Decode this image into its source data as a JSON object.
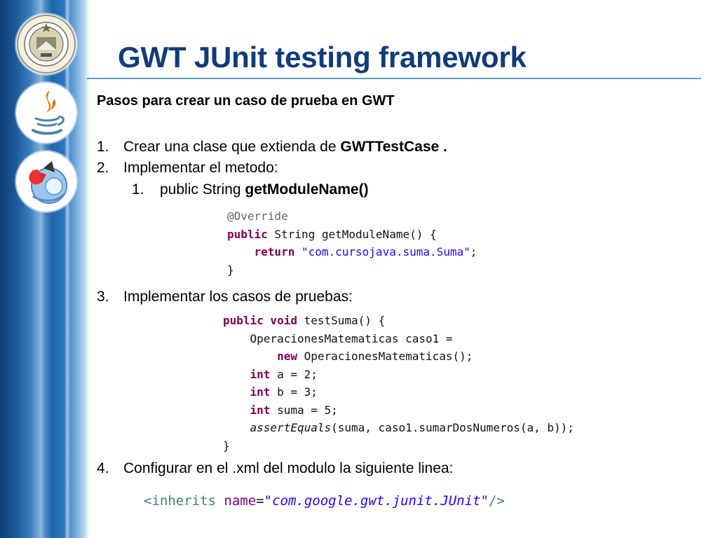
{
  "title": "GWT JUnit testing framework",
  "subtitle": "Pasos para crear un caso de prueba en GWT",
  "steps": [
    {
      "number": "1.",
      "text": "Crear una clase que extienda de ",
      "strong": "GWTTestCase ."
    },
    {
      "number": "2.",
      "text": "Implementar el metodo:",
      "sub": {
        "number": "1.",
        "text": "public String ",
        "strong": "getModuleName()"
      }
    },
    {
      "number": "3.",
      "text": "Implementar los casos de pruebas:"
    },
    {
      "number": "4.",
      "text": "Configurar en el .xml del modulo la siguiente linea:"
    }
  ],
  "code_getModuleName": {
    "annotation": "@Override",
    "line1_kw": "public",
    "line1_rest": " String getModuleName() {",
    "line2_kw": "return",
    "line2_str": "\"com.cursojava.suma.Suma\"",
    "line2_end": ";",
    "close": "}"
  },
  "code_testSuma": {
    "l1_kw": "public void",
    "l1_rest": " testSuma() {",
    "l2": "OperacionesMatematicas caso1 =",
    "l3_kw": "new",
    "l3_rest": " OperacionesMatematicas();",
    "l4_kw": "int",
    "l4_rest": " a = 2;",
    "l5_kw": "int",
    "l5_rest": " b = 3;",
    "l6_kw": "int",
    "l6_rest": " suma = 5;",
    "l7_it": "assertEquals",
    "l7_rest": "(suma, caso1.sumarDosNumeros(a, b));",
    "close": "}"
  },
  "code_xml": {
    "open": "<inherits",
    "attr": "name",
    "eq": "=",
    "value": "\"com.google.gwt.junit.JUnit\"",
    "close": "/>"
  },
  "colors": {
    "title": "#123c78",
    "keyword": "#7f0055",
    "string": "#2a00ff",
    "accent": "#5b9bd0"
  },
  "icons": [
    "university-seal-icon",
    "java-logo-icon",
    "gwt-logo-icon"
  ]
}
